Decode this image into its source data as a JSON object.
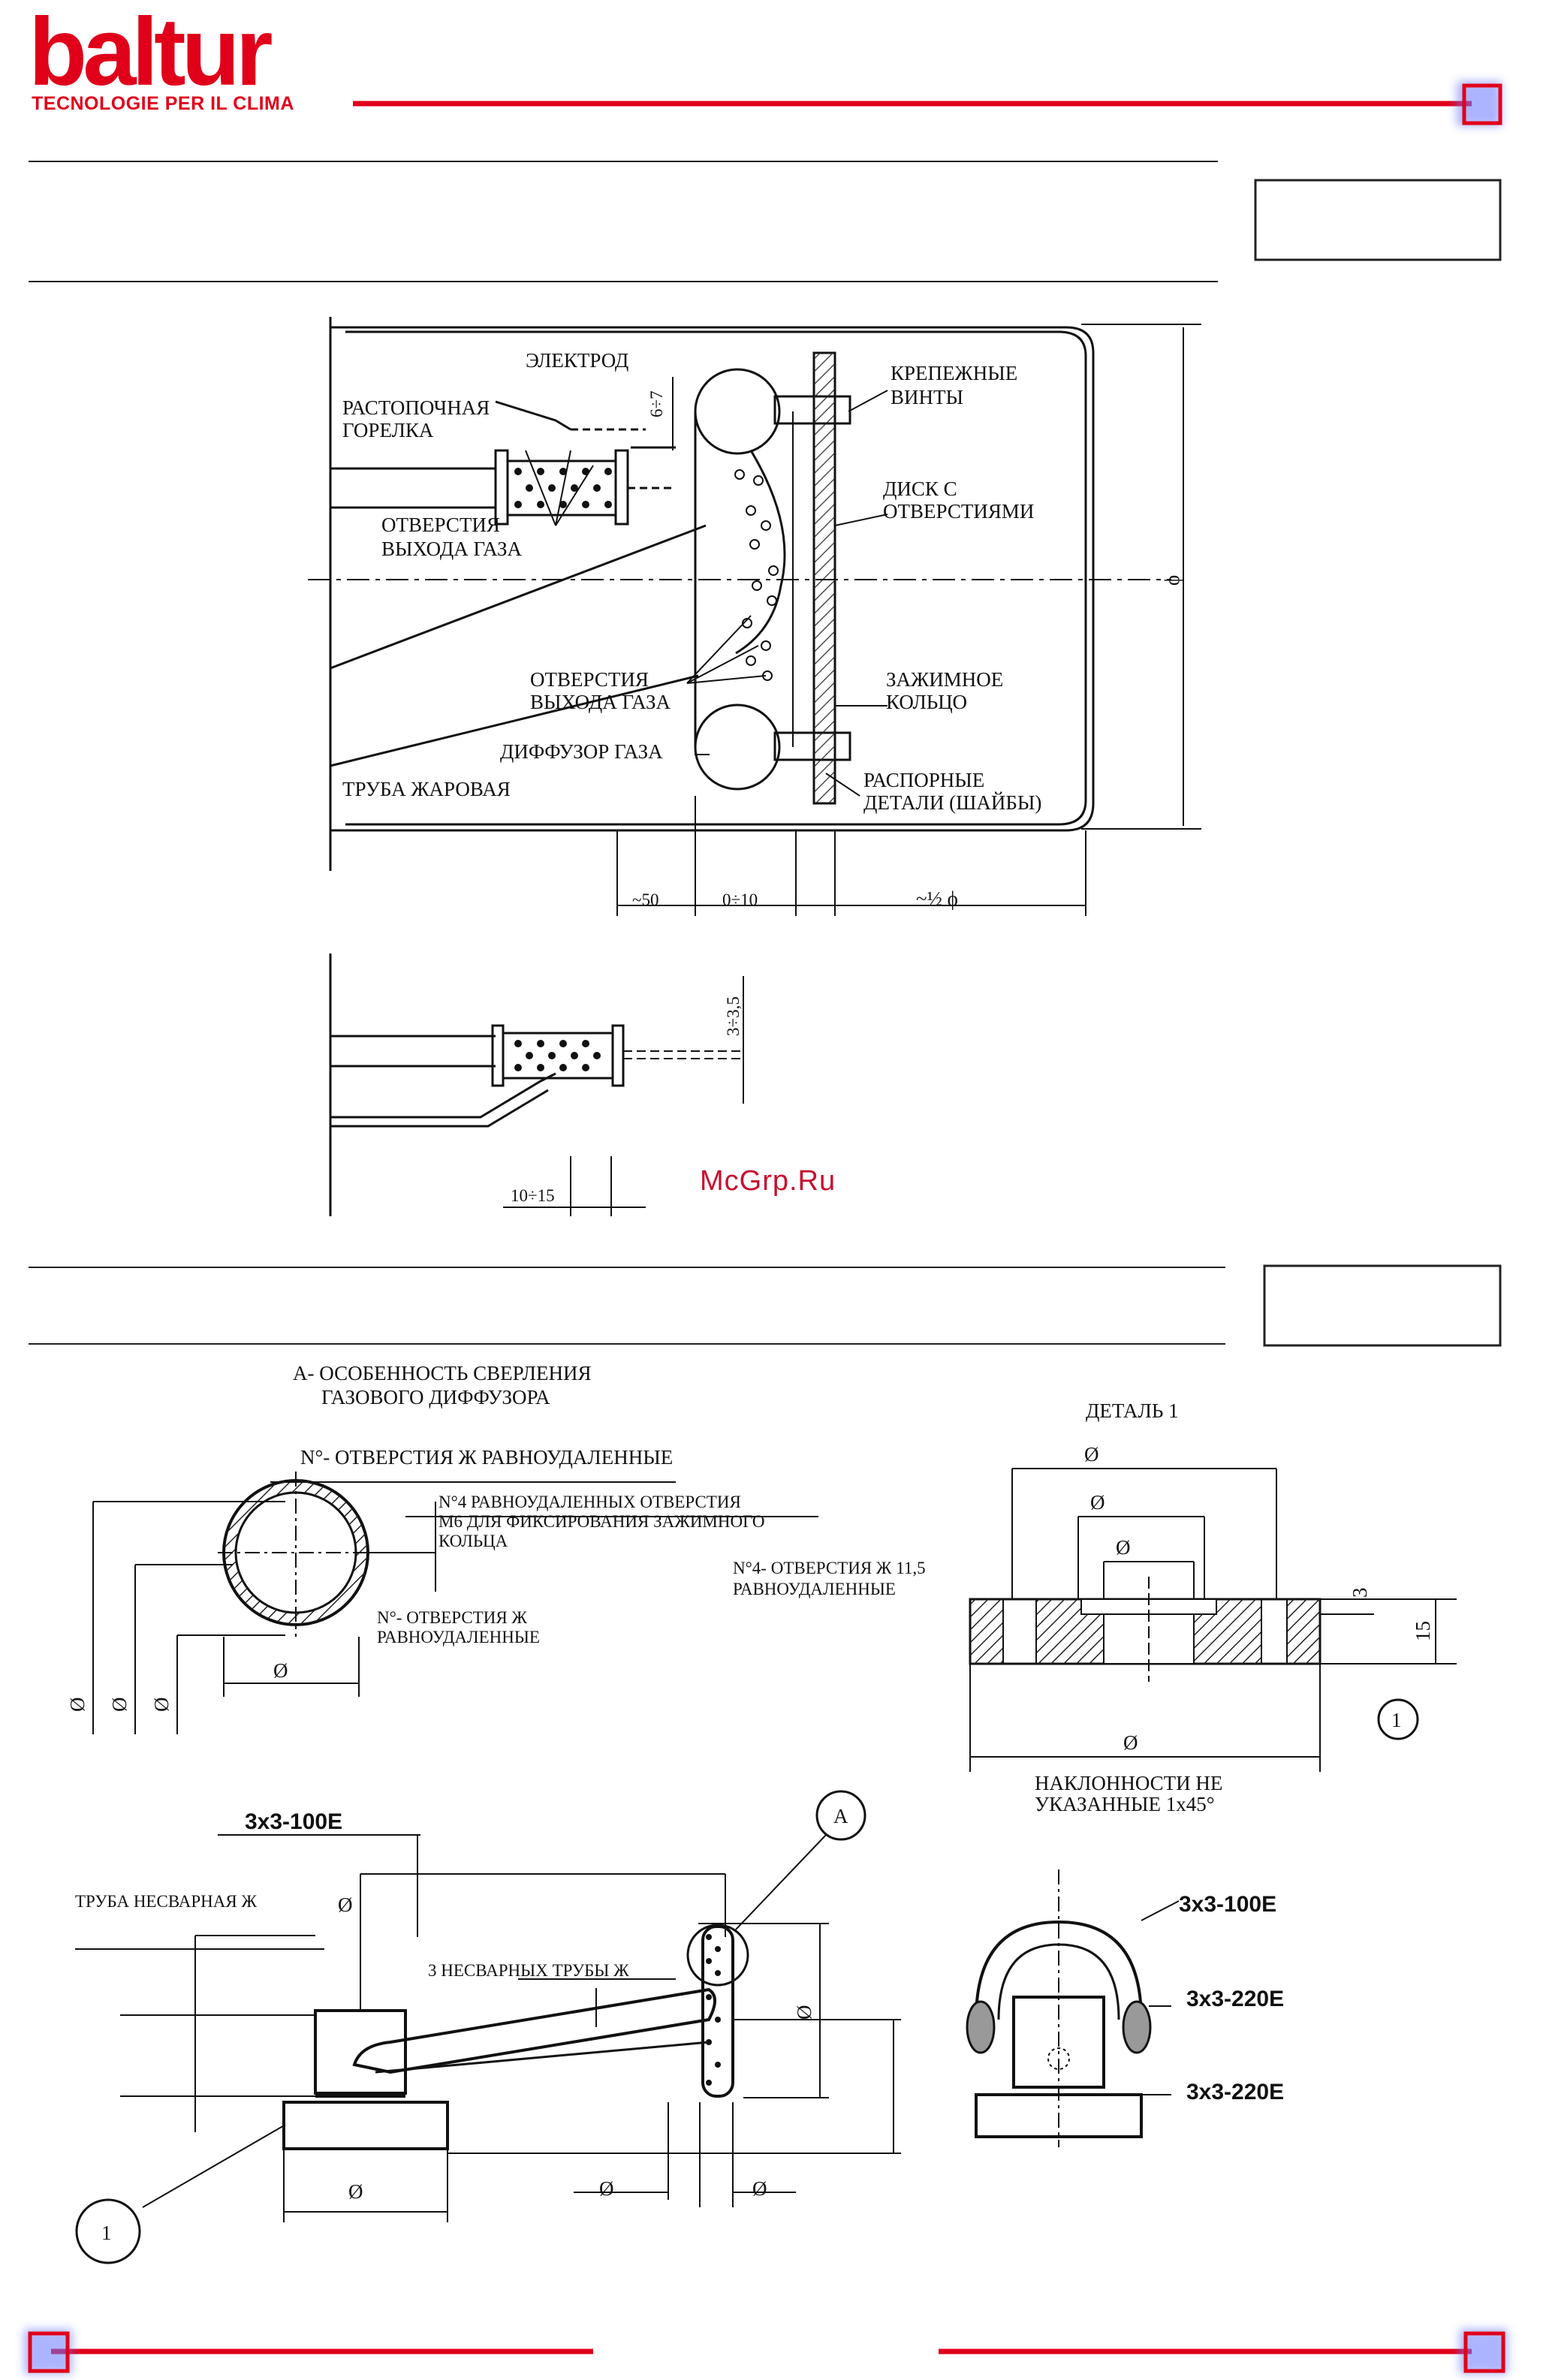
{
  "header": {
    "brand": "baltur",
    "tagline": "TECNOLOGIE PER IL CLIMA"
  },
  "watermark": "McGrp.Ru",
  "colors": {
    "brand_red": "#e1001a",
    "corner_blue": "#2a3cff"
  },
  "figure_top": {
    "labels": {
      "electrode": "ЭЛЕКТРОД",
      "ignition_burner": "РАСТОПОЧНАЯ",
      "ignition_burner_2": "ГОРЕЛКА",
      "gas_holes_1": "ОТВЕРСТИЯ",
      "gas_holes_1b": "ВЫХОДА ГАЗА",
      "gas_holes_2": "ОТВЕРСТИЯ",
      "gas_holes_2b": "ВЫХОДА ГАЗА",
      "gas_diffuser": "ДИФФУЗОР ГАЗА",
      "flame_tube": "ТРУБА ЖАРОВАЯ",
      "fix_screws": "КРЕПЕЖНЫЕ",
      "fix_screws_2": "ВИНТЫ",
      "disc": "ДИСК С",
      "disc_2": "ОТВЕРСТИЯМИ",
      "clamp_ring": "ЗАЖИМНОЕ",
      "clamp_ring_2": "КОЛЬЦО",
      "spacers": "РАСПОРНЫЕ",
      "spacers_2": "ДЕТАЛИ (ШАЙБЫ)"
    },
    "dims": {
      "d_6_7": "6÷7",
      "d_50": "~50",
      "d_0_10": "0÷10",
      "d_half": "~½ ϕ",
      "d_phi": "ϕ",
      "d_3_35": "3÷3,5",
      "d_10_15": "10÷15"
    }
  },
  "figure_bottom": {
    "title_a": "А- ОСОБЕННОСТЬ СВЕРЛЕНИЯ",
    "title_a_2": "ГАЗОВОГО ДИФФУЗОРА",
    "n_holes_top": "N°- ОТВЕРСТИЯ Ж РАВНОУДАЛЕННЫЕ",
    "n4_holes": "N°4 РАВНОУДАЛЕННЫХ ОТВЕРСТИЯ",
    "n4_holes_2": "М6 ДЛЯ ФИКСИРОВАНИЯ ЗАЖИМНОГО",
    "n4_holes_3": "КОЛЬЦА",
    "n_holes_bot": "N°- ОТВЕРСТИЯ Ж",
    "n_holes_bot_2": "РАВНОУДАЛЕННЫЕ",
    "detail1": "ДЕТАЛЬ 1",
    "n4_115": "N°4- ОТВЕРСТИЯ Ж 11,5",
    "n4_115_2": "РАВНОУДАЛЕННЫЕ",
    "chamfer": "НАКЛОННОСТИ НЕ",
    "chamfer_2": "УКАЗАННЫЕ 1x45°",
    "weld_1": "3x3-100E",
    "weld_2": "3x3-100E",
    "weld_3": "3x3-220E",
    "weld_4": "3x3-220E",
    "seamless_pipe": "ТРУБА НЕСВАРНАЯ Ж",
    "three_pipes": "3 НЕСВАРНЫХ ТРУБЫ Ж",
    "callout_a": "А",
    "callout_1a": "1",
    "callout_1b": "1",
    "dia": "Ø",
    "d3": "3",
    "d15": "15"
  }
}
